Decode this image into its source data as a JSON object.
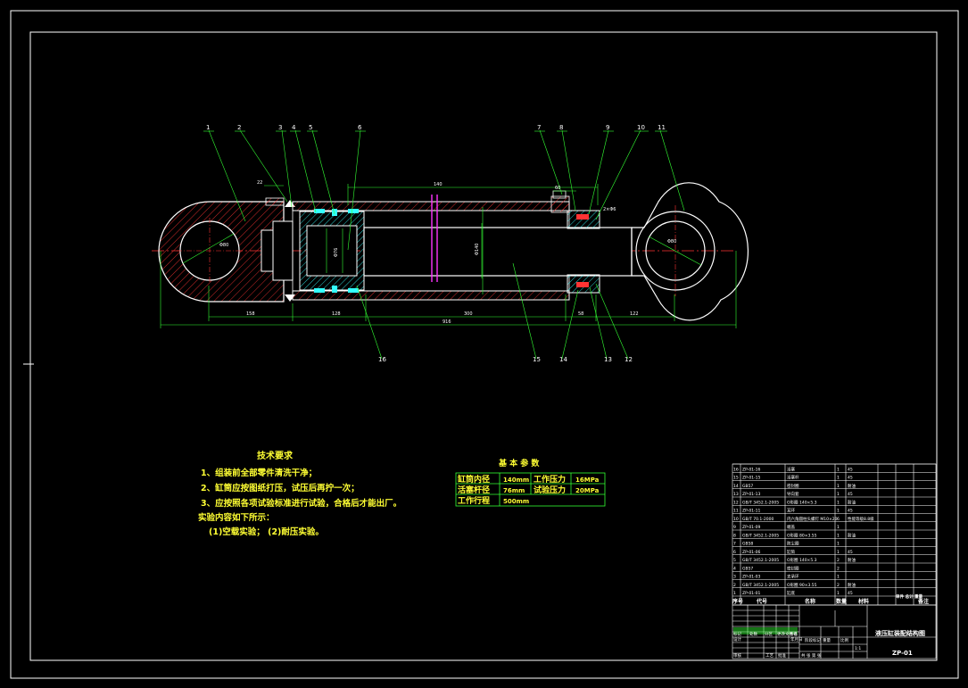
{
  "callouts_top": [
    "1",
    "2",
    "3",
    "4",
    "5",
    "6",
    "7",
    "8",
    "9",
    "10",
    "11"
  ],
  "callouts_bottom": [
    "16",
    "15",
    "14",
    "13",
    "12"
  ],
  "dimensions": {
    "d_top_left": "22",
    "d_top_mid": "140",
    "d_top_right": "60",
    "d_right_phi": "2×Φ6",
    "d_left_phi": "Φ80",
    "d_right_phi2": "Φ80",
    "d_bottom_1": "158",
    "d_bottom_2": "128",
    "d_bottom_3": "300",
    "d_bottom_4": "58",
    "d_bottom_5": "122",
    "d_overall": "916",
    "d_bore": "Φ140",
    "d_rod": "Φ76"
  },
  "technical_requirements": {
    "title": "技术要求",
    "items": [
      "1、组装前全部零件清洗干净；",
      "2、缸筒应按图纸打压，试压后再拧一次；",
      "3、应按照各项试验标准进行试验，合格后才能出厂。",
      "实验内容如下所示：",
      "(1)空载实验；  (2)耐压实验。"
    ]
  },
  "basic_params": {
    "title": "基 本 参 数",
    "rows": [
      [
        "缸筒内径",
        "140mm",
        "工作压力",
        "16MPa"
      ],
      [
        "活塞杆径",
        "76mm",
        "试验压力",
        "20MPa"
      ],
      [
        "工作行程",
        "500mm",
        "",
        ""
      ]
    ]
  },
  "parts_list": {
    "rows": [
      [
        "16",
        "ZP-01-16",
        "活塞",
        "1",
        "45",
        ""
      ],
      [
        "15",
        "ZP-01-15",
        "活塞杆",
        "1",
        "45",
        ""
      ],
      [
        "14",
        "GB57",
        "密封圈",
        "1",
        "耐油",
        ""
      ],
      [
        "13",
        "ZP-01-13",
        "导向套",
        "1",
        "45",
        ""
      ],
      [
        "12",
        "GB/T 3452.1-2005",
        "O形圈 140×5.3",
        "1",
        "耐油",
        ""
      ],
      [
        "11",
        "ZP-01-11",
        "耳环",
        "1",
        "45",
        ""
      ],
      [
        "10",
        "GB/T 70.1-2000",
        "内六角圆柱头螺钉 M10×20",
        "6",
        "性能等级8.8级",
        ""
      ],
      [
        "9",
        "ZP-01-09",
        "端盖",
        "1",
        "",
        ""
      ],
      [
        "8",
        "GB/T 3452.1-2005",
        "O形圈 80×3.55",
        "1",
        "耐油",
        ""
      ],
      [
        "7",
        "GB58",
        "防尘圈",
        "1",
        "",
        ""
      ],
      [
        "6",
        "ZP-01-06",
        "缸筒",
        "1",
        "45",
        ""
      ],
      [
        "5",
        "GB/T 3452.1-2005",
        "O形圈 140×5.3",
        "2",
        "耐油",
        ""
      ],
      [
        "4",
        "GB57",
        "密封圈",
        "2",
        "",
        ""
      ],
      [
        "3",
        "ZP-01-03",
        "支承环",
        "1",
        "",
        ""
      ],
      [
        "2",
        "GB/T 3452.1-2005",
        "O形圈 90×3.55",
        "2",
        "耐油",
        ""
      ],
      [
        "1",
        "ZP-01-01",
        "缸底",
        "1",
        "45",
        ""
      ]
    ],
    "header": [
      "序号",
      "代号",
      "名称",
      "数量",
      "材料",
      "单件 总计 重量",
      "备注"
    ]
  },
  "title_block": {
    "drawing_title": "液压缸装配结构图",
    "drawing_no": "ZP-01",
    "scale": "1:1",
    "sheet": "共 张 第 张",
    "labels": [
      "标记",
      "处数",
      "分区",
      "更改文件号",
      "签名",
      "年月日",
      "设计",
      "审核",
      "工艺",
      "批准",
      "阶段标记",
      "重量",
      "比例"
    ]
  },
  "colors": {
    "background": "#000000",
    "frame": "#ffffff",
    "outline": "#ffffff",
    "hatch": "#ff3333",
    "centerline": "#ff3333",
    "dimension": "#33ff33",
    "cyan": "#33ffff",
    "magenta": "#ff33ff",
    "yellow": "#ffff33"
  }
}
